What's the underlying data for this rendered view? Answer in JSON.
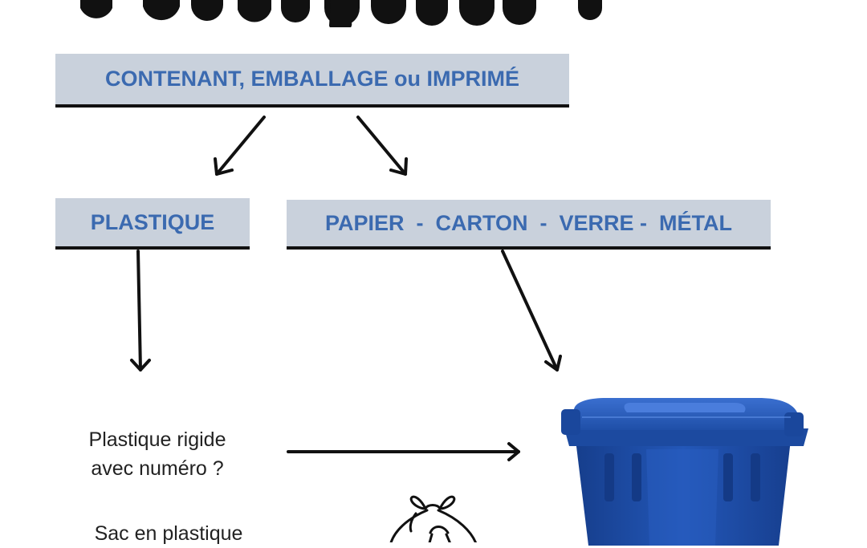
{
  "boxes": {
    "top": "CONTENANT, EMBALLAGE ou IMPRIMÉ",
    "plastique": "PLASTIQUE",
    "papier": "PAPIER  -  CARTON  -  VERRE -  MÉTAL"
  },
  "questions": {
    "rigid_line1": "Plastique rigide",
    "rigid_line2": "avec numéro ?",
    "bag_line1": "Sac en plastique"
  },
  "colors": {
    "box_fill": "#c9d1dc",
    "box_text": "#3b6ab0",
    "bin_blue": "#1f4fa8"
  },
  "icons": {
    "bin": "blue-recycling-bin-icon",
    "bag": "tied-plastic-bag-icon"
  }
}
